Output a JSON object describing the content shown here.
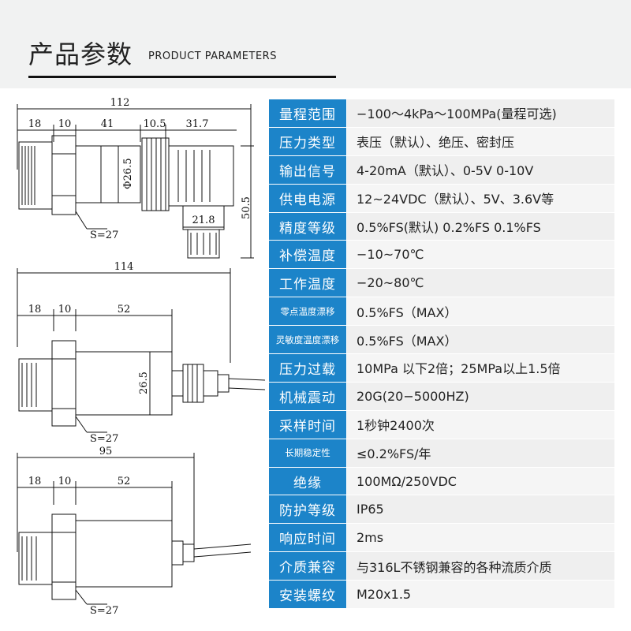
{
  "header": {
    "title": "产品参数",
    "subtitle": "PRODUCT PARAMETERS"
  },
  "drawings": {
    "top": {
      "overall": "112",
      "d1": "18",
      "d2": "10",
      "d3": "41",
      "d4": "10.5",
      "d5": "31.7",
      "dia": "Φ26.5",
      "height": "50.5",
      "width2": "21.8",
      "hex": "S=27"
    },
    "middle": {
      "overall": "114",
      "d1": "18",
      "d2": "10",
      "d3": "52",
      "dia": "26.5",
      "hex": "S=27"
    },
    "bottom": {
      "overall": "95",
      "d1": "18",
      "d2": "10",
      "d3": "52",
      "hex": "S=27"
    }
  },
  "params": [
    {
      "label": "量程范围",
      "value": "−100～4kPa～100MPa(量程可选)"
    },
    {
      "label": "压力类型",
      "value": "表压（默认）、绝压、密封压"
    },
    {
      "label": "输出信号",
      "value": "4-20mA（默认）、0-5V 0-10V"
    },
    {
      "label": "供电电源",
      "value": "12~24VDC（默认）、5V、3.6V等"
    },
    {
      "label": "精度等级",
      "value": "0.5%FS(默认)  0.2%FS  0.1%FS"
    },
    {
      "label": "补偿温度",
      "value": "−10~70℃"
    },
    {
      "label": "工作温度",
      "value": "−20~80℃"
    },
    {
      "label": "零点温度漂移",
      "value": "0.5%FS（MAX）"
    },
    {
      "label": "灵敏度温度漂移",
      "value": "0.5%FS（MAX）"
    },
    {
      "label": "压力过载",
      "value": "10MPa 以下2倍；25MPa以上1.5倍"
    },
    {
      "label": "机械震动",
      "value": "20G(20−5000HZ)"
    },
    {
      "label": "采样时间",
      "value": "1秒钟2400次"
    },
    {
      "label": "长期稳定性",
      "value": "≤0.2%FS/年"
    },
    {
      "label": "绝缘",
      "value": "100MΩ/250VDC"
    },
    {
      "label": "防护等级",
      "value": "IP65"
    },
    {
      "label": "响应时间",
      "value": "2ms"
    },
    {
      "label": "介质兼容",
      "value": "与316L不锈钢兼容的各种流质介质"
    },
    {
      "label": "安装螺纹",
      "value": "M20x1.5"
    }
  ]
}
